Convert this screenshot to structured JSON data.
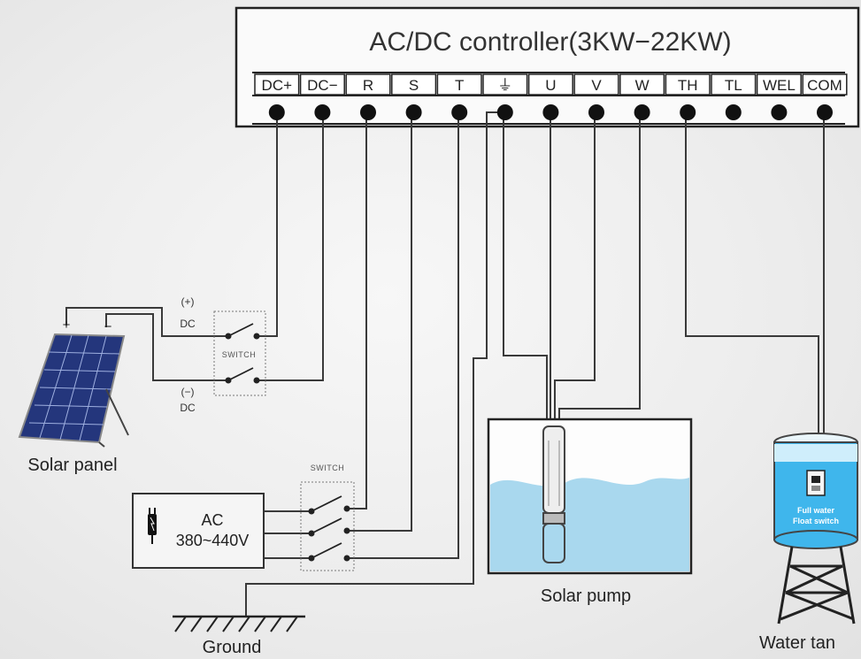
{
  "controller": {
    "title": "AC/DC controller(3KW−22KW)",
    "terminals": [
      "DC+",
      "DC−",
      "R",
      "S",
      "T",
      "⏚",
      "U",
      "V",
      "W",
      "TH",
      "TL",
      "WEL",
      "COM"
    ]
  },
  "solar_panel": {
    "caption": "Solar panel",
    "plus_sign": "+",
    "minus_sign": "−"
  },
  "dc_labels": {
    "positive_sign": "(+)",
    "positive": "DC",
    "negative_sign": "(−)",
    "negative": "DC"
  },
  "switches": {
    "dc_switch_label": "SWITCH",
    "ac_switch_label": "SWITCH"
  },
  "ac_source": {
    "label": "AC",
    "voltage": "380~440V"
  },
  "ground": {
    "caption": "Ground"
  },
  "pump": {
    "caption": "Solar pump"
  },
  "water_tank": {
    "caption": "Water tan",
    "float_line1": "Full water",
    "float_line2": "Float switch"
  },
  "colors": {
    "water": "#a9d8ee",
    "panel": "#2b3f8c",
    "wire": "#3a3a3a"
  }
}
